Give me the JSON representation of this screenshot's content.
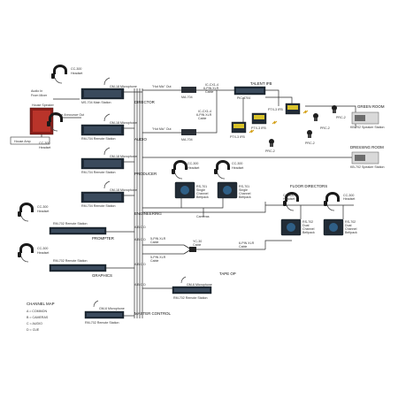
{
  "headsets": {
    "main": {
      "model": "CC-300",
      "desc": "Headset"
    },
    "rm704": {
      "model": "CC-300",
      "desc": "Headset"
    },
    "rs701_a": {
      "model": "CC-300",
      "desc": "Headset"
    },
    "rs701_b": {
      "model": "CC-300",
      "desc": "Headset"
    },
    "prompter": {
      "model": "CC-300",
      "desc": "Headset"
    },
    "graphics": {
      "model": "CC-300",
      "desc": "Headset"
    },
    "rs702_a": {
      "model": "CC-300",
      "desc": "Headset"
    },
    "rs702_b": {
      "model": "CC-300",
      "desc": "Headset"
    }
  },
  "labels": {
    "audio_in": "Audio In",
    "from_mixer": "From Mixer",
    "house_speaker": "House Speaker",
    "stage_announce_out": "Stage Announce Out",
    "house_amp": "House Amp",
    "hot_mic_out_1": "\"Hot Mic\" Out",
    "hot_mic_out_2": "\"Hot Mic\" Out",
    "ma704_1": "MA-704",
    "ma704_2": "MA-704",
    "cable_4pin_1a": "IC-CX1-4",
    "cable_4pin_1b": "6-PIN XLR",
    "cable_4pin_1c": "Cable",
    "cable_4pin_2a": "IC-CX1-4",
    "cable_4pin_2b": "6-PIN XLR",
    "cable_4pin_2c": "Cable",
    "talent_ifb": "TALENT IFB",
    "pic4704": "PIC-4704",
    "ptx3_1": "PTX-3 IFB",
    "ptx3_2": "PTX-3 IFB",
    "ptx3_3": "PTX-3 IFB",
    "prc2_1": "PRC-2",
    "prc2_2": "PRC-2",
    "prc2_3": "PRC-2",
    "prc2_4": "PRC-2",
    "green_room": "GREEN ROOM",
    "kb702_1": "KB-702 Speaker Station",
    "dressing_room": "DRESSING ROOM",
    "kb702_2": "KB-702 Speaker Station",
    "director": "DIRECTOR",
    "audio": "AUDIO",
    "producer": "PRODUCER",
    "engineering": "ENGINEERING",
    "gm18_1": "GM-18 Microphone",
    "gm18_2": "GM-18 Microphone",
    "gm18_3": "GM-18 Microphone",
    "gm18_4": "GM-18 Microphone",
    "ms704": "MS-704 Main Station",
    "rm704_1": "RM-704 Remote Station",
    "rm704_2": "RM-704 Remote Station",
    "rm704_3": "RM-704 Remote Station",
    "rs701_title": "RS-701",
    "rs701_l1": "Single",
    "rs701_l2": "Channel",
    "rs701_l3": "Beltpack",
    "rs701b_title": "RS-701",
    "rs701b_l1": "Single",
    "rs701b_l2": "Channel",
    "rs701b_l3": "Beltpack",
    "cameras": "Cameras",
    "floor_directors": "FLOOR DIRECTORS",
    "rs702a_title": "RS-702",
    "rs702a_l1": "Dual",
    "rs702a_l2": "Channel",
    "rs702a_l3": "Beltpack",
    "rs702b_title": "RS-702",
    "rs702b_l1": "Dual",
    "rs702b_l2": "Channel",
    "rs702b_l3": "Beltpack",
    "rm702_prompter": "RM-702 Remote Station",
    "prompter": "PROMPTER",
    "rm702_graphics": "RM-702 Remote Station",
    "graphics": "GRAPHICS",
    "yc30": "YC-30",
    "yc30_cable": "Cable",
    "xlr5_1": "5-PIN XLR",
    "xlr5_1b": "Cable",
    "xlr5_2": "5-PIN XLR",
    "xlr5_2b": "Cable",
    "xlr6_right": "6-PIN XLR",
    "xlr6_right_b": "Cable",
    "tape_op": "TAPE OP",
    "gm6_1": "GM-6 Microphone",
    "rm702_tape": "RM-702 Remote Station",
    "gm6_2": "GM-6 Microphone",
    "rm702_master": "RM-702 Remote Station",
    "master_control": "MASTER CONTROL",
    "abcd_1": "A B C D",
    "abcd_2": "A B C D",
    "abcd_3": "A B C D",
    "abcd_4": "A B C D"
  },
  "channel_map": {
    "title": "CHANNEL MAP",
    "rows": [
      "A = COMMON",
      "B = CAMERAS",
      "C = AUDIO",
      "D = CUE"
    ]
  }
}
